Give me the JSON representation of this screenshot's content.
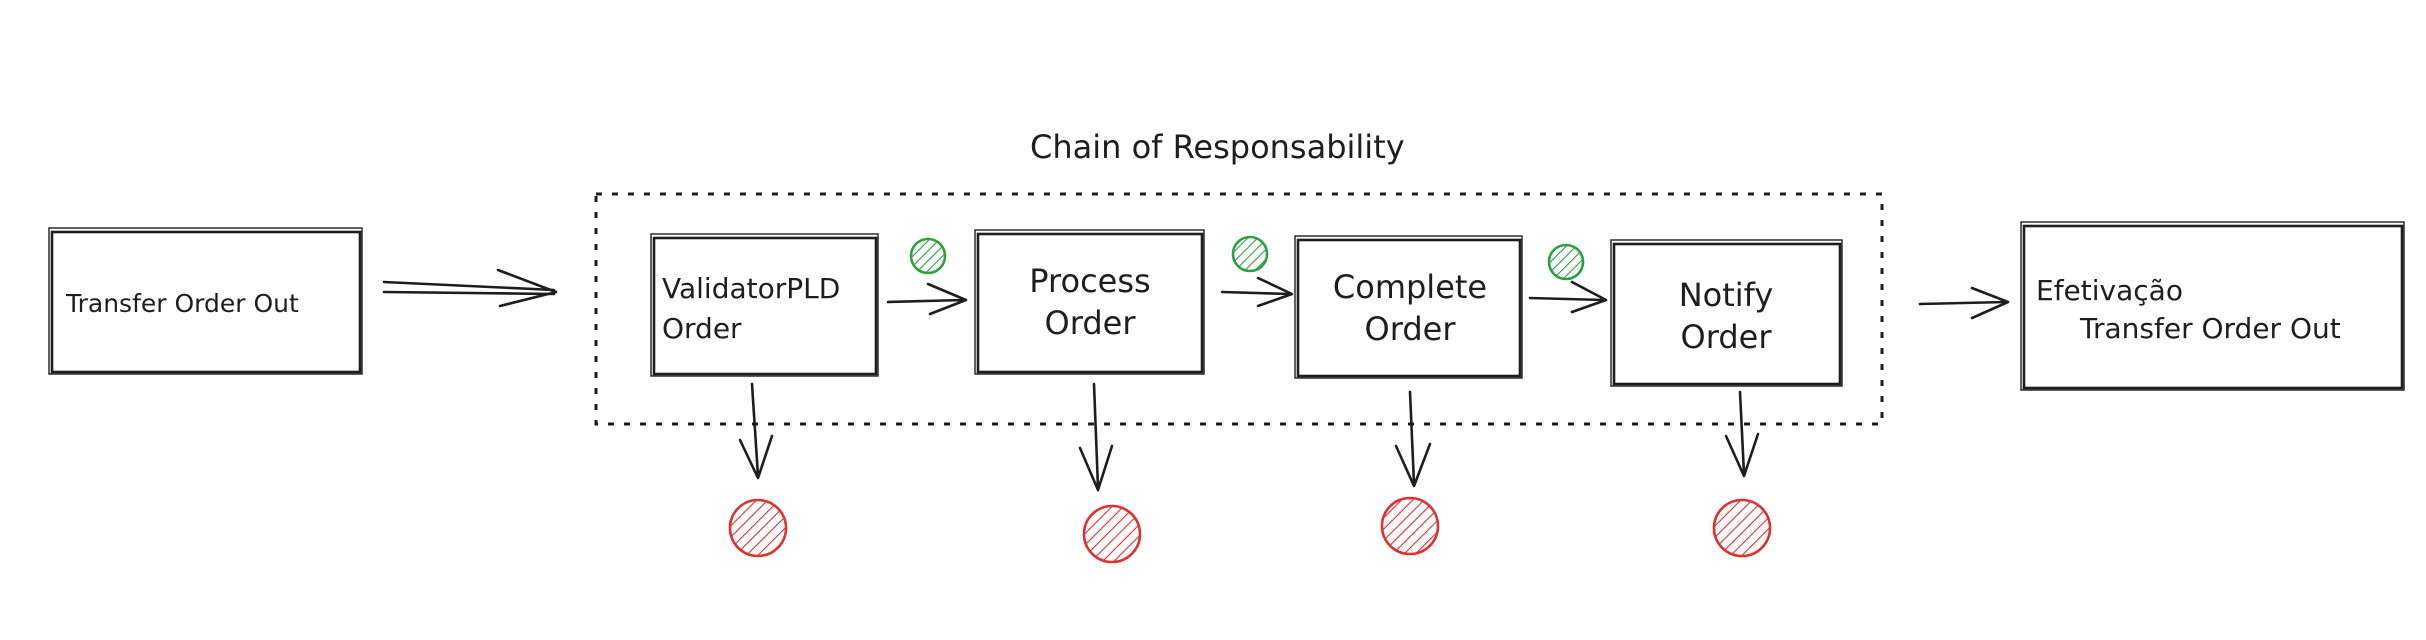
{
  "diagram": {
    "title": "Chain of Responsability",
    "nodes": [
      {
        "id": "transfer-order-out",
        "lines": [
          "Transfer Order Out"
        ]
      },
      {
        "id": "validator-pld-order",
        "lines": [
          "ValidatorPLD",
          "Order"
        ]
      },
      {
        "id": "process-order",
        "lines": [
          "Process",
          "Order"
        ]
      },
      {
        "id": "complete-order",
        "lines": [
          "Complete",
          "Order"
        ]
      },
      {
        "id": "notify-order",
        "lines": [
          "Notify",
          "Order"
        ]
      },
      {
        "id": "efetivacao-transfer-order-out",
        "lines": [
          "Efetivação",
          "Transfer Order Out"
        ]
      }
    ],
    "colors": {
      "stroke": "#1e1e1e",
      "success": "#2f9e44",
      "success_fill": "#b2f2bb",
      "failure": "#e03131",
      "failure_fill": "#ffc9c9"
    }
  }
}
